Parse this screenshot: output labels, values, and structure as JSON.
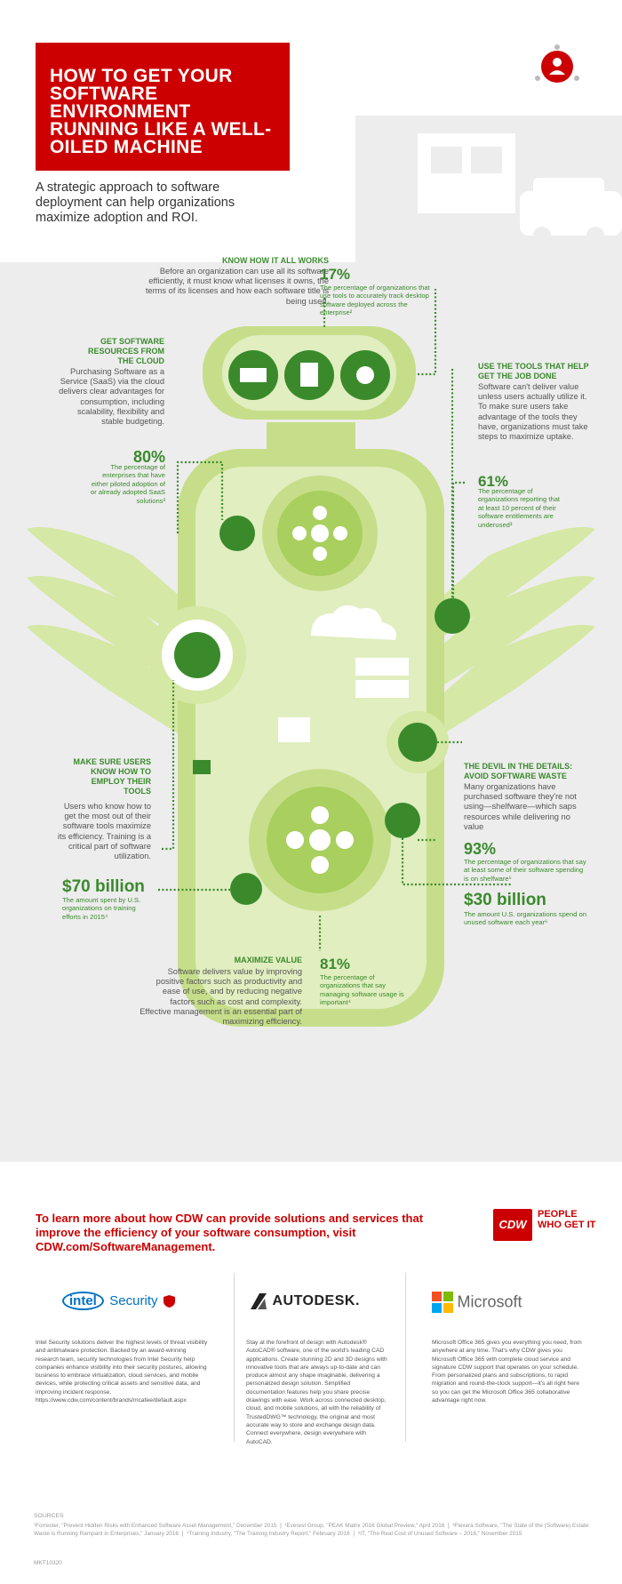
{
  "header": {
    "title": "HOW TO GET YOUR SOFTWARE ENVIRONMENT RUNNING LIKE A WELL-OILED MACHINE",
    "subtitle": "A strategic approach to software deployment can help organizations maximize adoption and ROI."
  },
  "sections": {
    "know": {
      "heading": "KNOW HOW IT ALL WORKS",
      "body": "Before an organization can use all its software efficiently, it must know what licenses it owns, the terms of its licenses and how each software title is being used.",
      "stat": "17%",
      "stat_text": "The percentage of organizations that use tools to accurately track desktop software deployed across the enterprise²"
    },
    "cloud": {
      "heading": "GET SOFTWARE RESOURCES FROM THE CLOUD",
      "body": "Purchasing Software as a Service (SaaS) via the cloud delivers clear advantages for consumption, including scalability, flexibility and stable budgeting.",
      "stat": "80%",
      "stat_text": "The percentage of enterprises that have either piloted adoption of or already adopted SaaS solutions³"
    },
    "tools": {
      "heading": "USE THE TOOLS THAT HELP GET THE JOB DONE",
      "body": "Software can't deliver value unless users actually utilize it. To make sure users take advantage of the tools they have, organizations must take steps to maximize uptake.",
      "stat": "61%",
      "stat_text": "The percentage of organizations reporting that at least 10 percent of their software entitlements are underused³"
    },
    "users": {
      "heading": "MAKE SURE USERS KNOW HOW TO EMPLOY THEIR TOOLS",
      "body": "Users who know how to get the most out of their software tools maximize its efficiency. Training is a critical part of software utilization.",
      "stat": "$70 billion",
      "stat_text": "The amount spent by U.S. organizations on training efforts in 2015⁴"
    },
    "waste": {
      "heading": "THE DEVIL IN THE DETAILS: AVOID SOFTWARE WASTE",
      "body": "Many organizations have purchased software they're not using—shelfware—which saps resources while delivering no value",
      "stat1": "93%",
      "stat1_text": "The percentage of organizations that say at least some of their software spending is on shelfware⁵",
      "stat2": "$30 billion",
      "stat2_text": "The amount U.S. organizations spend on unused software each year⁶"
    },
    "value": {
      "heading": "MAXIMIZE VALUE",
      "body": "Software delivers value by improving positive factors such as productivity and ease of use, and by reducing negative factors such as cost and complexity. Effective management is an essential part of maximizing efficiency.",
      "stat": "81%",
      "stat_text": "The percentage of organizations that say managing software usage is important⁴"
    }
  },
  "cta": {
    "text": "To learn more about how CDW can provide solutions and services that improve the efficiency of your software consumption, visit CDW.com/SoftwareManagement.",
    "logo": "CDW",
    "tagline": "PEOPLE WHO GET IT"
  },
  "partners": [
    {
      "name_a": "intel",
      "name_b": "Security",
      "text": "Intel Security solutions deliver the highest levels of threat visibility and antimalware protection. Backed by an award-winning research team, security technologies from Intel Security help companies enhance visibility into their security postures, allowing business to embrace virtualization, cloud services, and mobile devices, while protecting critical assets and sensitive data, and improving incident response. https://www.cdw.com/content/brands/mcafee/default.aspx"
    },
    {
      "name": "AUTODESK.",
      "text": "Stay at the forefront of design with Autodesk® AutoCAD® software, one of the world's leading CAD applications. Create stunning 2D and 3D designs with innovative tools that are always up-to-date and can produce almost any shape imaginable, delivering a personalized design solution. Simplified documentation features help you share precise drawings with ease. Work across connected desktop, cloud, and mobile solutions, all with the reliability of TrustedDWG™ technology, the original and most accurate way to store and exchange design data. Connect everywhere, design everywhere with AutoCAD."
    },
    {
      "name": "Microsoft",
      "text": "Microsoft Office 365 gives you everything you need, from anywhere at any time. That's why CDW gives you Microsoft Office 365 with complete cloud service and signature CDW support that operates on your schedule. From personalized plans and subscriptions, to rapid migration and round-the-clock support—it's all right here so you can get the Microsoft Office 365 collaborative advantage right now."
    }
  ],
  "sources": {
    "heading": "SOURCES",
    "text": "¹Forrester, \"Prevent Hidden Risks with Enhanced Software Asset Management,\" December 2015 ❘ ²Everest Group, \"PEAK Matrix 2016 Global Preview,\" April 2016 ❘ ³Flexera Software, \"The State of the (Software) Estate: Waste is Running Rampant in Enterprises,\" January 2016 ❘ ⁴Training Industry, \"The Training Industry Report,\" February 2016 ❘ ⁵IT, \"The Real Cost of Unused Software – 2016,\" November 2015",
    "job": "MKT10320"
  },
  "colors": {
    "red": "#cc0000",
    "green": "#3a8a2c",
    "lime": "#c6de8a",
    "gray_bg": "#ededed"
  }
}
